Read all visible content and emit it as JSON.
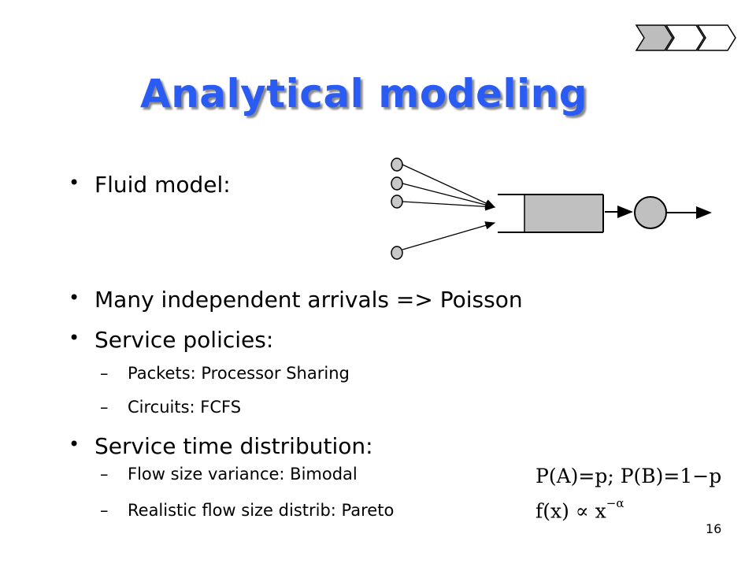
{
  "slide": {
    "title": "Analytical modeling",
    "bullets": {
      "fluid_model": "Fluid model:",
      "arrivals": "Many independent arrivals => Poisson",
      "service_policies": "Service policies:",
      "packets": "Packets: Processor Sharing",
      "circuits": "Circuits: FCFS",
      "service_time": "Service time distribution:",
      "flow_variance": "Flow size variance: Bimodal",
      "realistic_flow": "Realistic flow size distrib: Pareto"
    },
    "markers": {
      "bullet": "•",
      "dash": "–"
    },
    "formulas": {
      "bimodal": "P(A)=p; P(B)=1−p",
      "pareto_base": "f(x) ∝ x",
      "pareto_exp": "−α"
    },
    "page_number": "16",
    "colors": {
      "title": "#2a5cf4",
      "node_fill": "#c8c8c8",
      "queue_fill": "#c0c0c0",
      "nav_fill": "#bdbdbd"
    }
  }
}
